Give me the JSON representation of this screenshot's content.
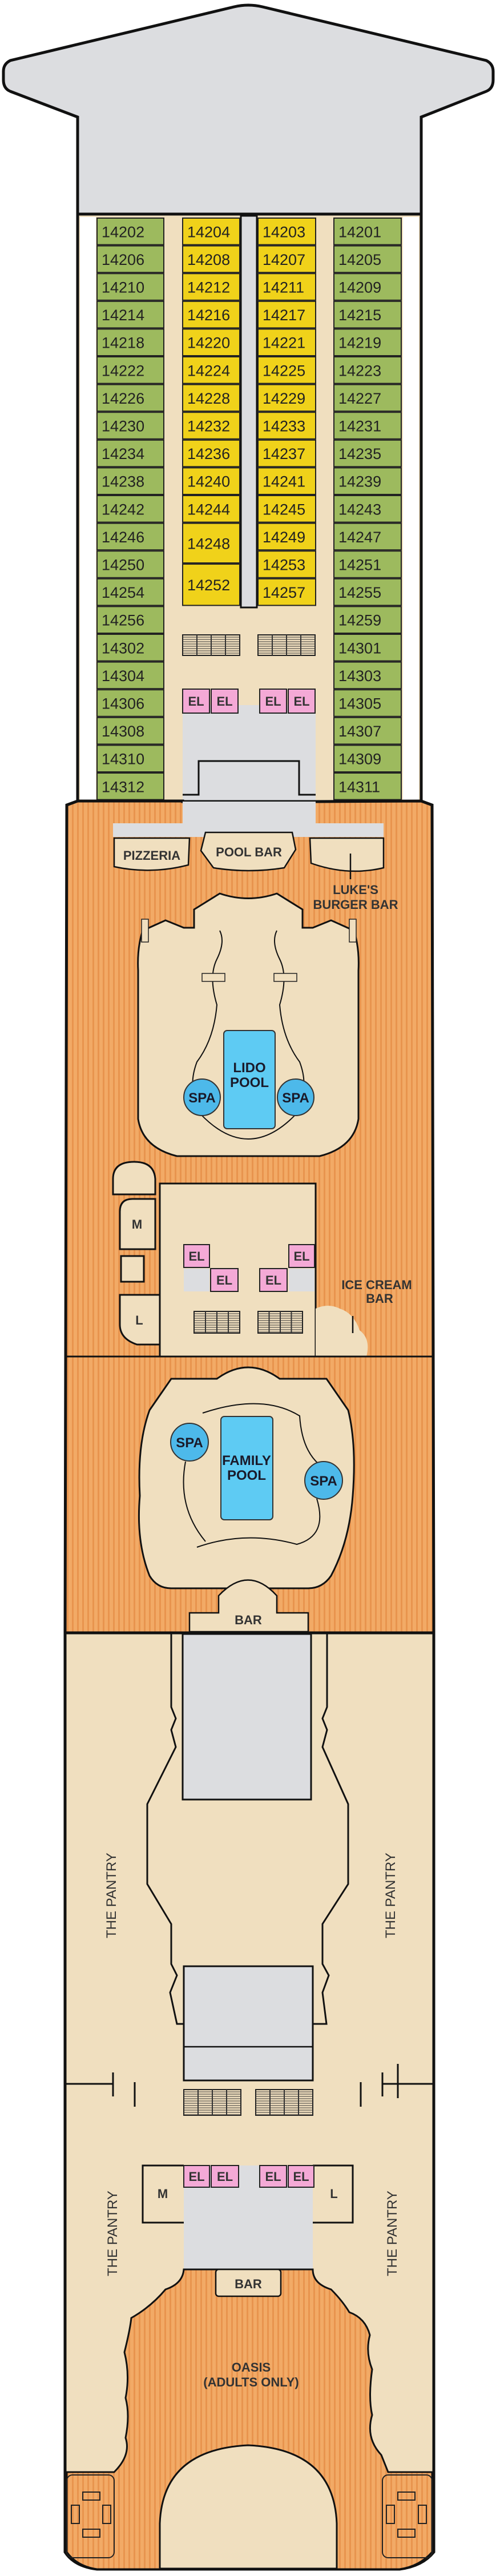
{
  "deck": {
    "colors": {
      "balcony_cabin": "#9dba5e",
      "interior_cabin": "#f0d21a",
      "public_area": "#f0dfbf",
      "service_area": "#dcdcdc",
      "wood_deck": "#f0a561",
      "elevator": "#f4a9d6",
      "pool_water": "#5ecbf3"
    },
    "cabins": {
      "left_outer": [
        "14202",
        "14206",
        "14210",
        "14214",
        "14218",
        "14222",
        "14226",
        "14230",
        "14234",
        "14238",
        "14242",
        "14246",
        "14250",
        "14254",
        "14256",
        "14302",
        "14304",
        "14306",
        "14308",
        "14310",
        "14312"
      ],
      "left_inner": [
        "14204",
        "14208",
        "14212",
        "14216",
        "14220",
        "14224",
        "14228",
        "14232",
        "14236",
        "14240",
        "14244",
        "14248",
        "14252"
      ],
      "right_inner": [
        "14203",
        "14207",
        "14211",
        "14217",
        "14221",
        "14225",
        "14229",
        "14233",
        "14237",
        "14241",
        "14245",
        "14249",
        "14253",
        "14257"
      ],
      "right_outer": [
        "14201",
        "14205",
        "14209",
        "14215",
        "14219",
        "14223",
        "14227",
        "14231",
        "14235",
        "14239",
        "14243",
        "14247",
        "14251",
        "14255",
        "14259",
        "14301",
        "14303",
        "14305",
        "14307",
        "14309",
        "14311"
      ]
    },
    "elevator_label": "EL",
    "venues": {
      "pizzeria": "PIZZERIA",
      "pool_bar": "POOL BAR",
      "burger_bar_1": "LUKE'S",
      "burger_bar_2": "BURGER BAR",
      "lido_pool_1": "LIDO",
      "lido_pool_2": "POOL",
      "spa": "SPA",
      "ice_cream_1": "ICE CREAM",
      "ice_cream_2": "BAR",
      "family_pool_1": "FAMILY",
      "family_pool_2": "POOL",
      "bar": "BAR",
      "pantry": "THE PANTRY",
      "oasis_1": "OASIS",
      "oasis_2": "(ADULTS ONLY)",
      "mens_restroom": "M",
      "ladies_restroom": "L"
    }
  }
}
